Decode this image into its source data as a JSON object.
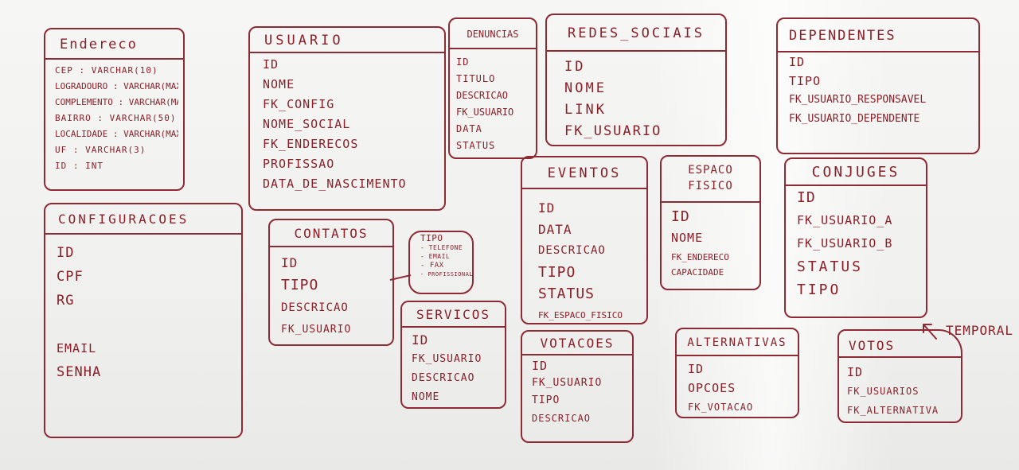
{
  "tables": {
    "endereco": {
      "title": "Endereco",
      "fields": [
        "CEP : VARCHAR(10)",
        "LOGRADOURO : VARCHAR(MAX)",
        "COMPLEMENTO : VARCHAR(MAX)",
        "BAIRRO : VARCHAR(50)",
        "LOCALIDADE : VARCHAR(MAX)",
        "UF : VARCHAR(3)",
        "ID : INT"
      ]
    },
    "usuario": {
      "title": "USUARIO",
      "fields": [
        "ID",
        "NOME",
        "FK_CONFIG",
        "NOME_SOCIAL",
        "FK_ENDERECOS",
        "PROFISSAO",
        "DATA_DE_NASCIMENTO"
      ]
    },
    "denuncias": {
      "title": "DENUNCIAS",
      "fields": [
        "ID",
        "TITULO",
        "DESCRICAO",
        "FK_USUARIO",
        "DATA",
        "STATUS"
      ]
    },
    "redes_sociais": {
      "title": "REDES_SOCIAIS",
      "fields": [
        "ID",
        "NOME",
        "LINK",
        "FK_USUARIO"
      ]
    },
    "dependentes": {
      "title": "DEPENDENTES",
      "fields": [
        "ID",
        "TIPO",
        "FK_USUARIO_RESPONSAVEL",
        "FK_USUARIO_DEPENDENTE"
      ]
    },
    "configuracoes": {
      "title": "CONFIGURACOES",
      "fields": [
        "ID",
        "CPF",
        "RG",
        "",
        "EMAIL",
        "SENHA"
      ]
    },
    "contatos": {
      "title": "CONTATOS",
      "fields": [
        "ID",
        "TIPO",
        "DESCRICAO",
        "FK_USUARIO"
      ]
    },
    "eventos": {
      "title": "EVENTOS",
      "fields": [
        "ID",
        "DATA",
        "DESCRICAO",
        "TIPO",
        "STATUS",
        "FK_ESPACO_FISICO"
      ]
    },
    "espaco_fisico": {
      "title_line1": "ESPACO",
      "title_line2": "FISICO",
      "fields": [
        "ID",
        "NOME",
        "FK_ENDERECO",
        "CAPACIDADE"
      ]
    },
    "conjuges": {
      "title": "CONJUGES",
      "fields": [
        "ID",
        "FK_USUARIO_A",
        "FK_USUARIO_B",
        "STATUS",
        "TIPO"
      ]
    },
    "servicos": {
      "title": "SERVICOS",
      "fields": [
        "ID",
        "FK_USUARIO",
        "DESCRICAO",
        "NOME"
      ]
    },
    "votacoes": {
      "title": "VOTACOES",
      "fields": [
        "ID",
        "FK_USUARIO",
        "TIPO",
        "DESCRICAO"
      ]
    },
    "alternativas": {
      "title": "ALTERNATIVAS",
      "fields": [
        "ID",
        "OPCOES",
        "FK_VOTACAO"
      ]
    },
    "votos": {
      "title": "VOTOS",
      "fields": [
        "ID",
        "FK_USUARIOS",
        "FK_ALTERNATIVA"
      ]
    }
  },
  "tipo_note": {
    "title": "TIPO",
    "items": [
      "- TELEFONE",
      "- EMAIL",
      "- FAX",
      "- PROFISSIONAL"
    ]
  },
  "temporal_label": "TEMPORAL",
  "colors": {
    "marker": "#8e2a33",
    "board": "#f3f3f1"
  }
}
